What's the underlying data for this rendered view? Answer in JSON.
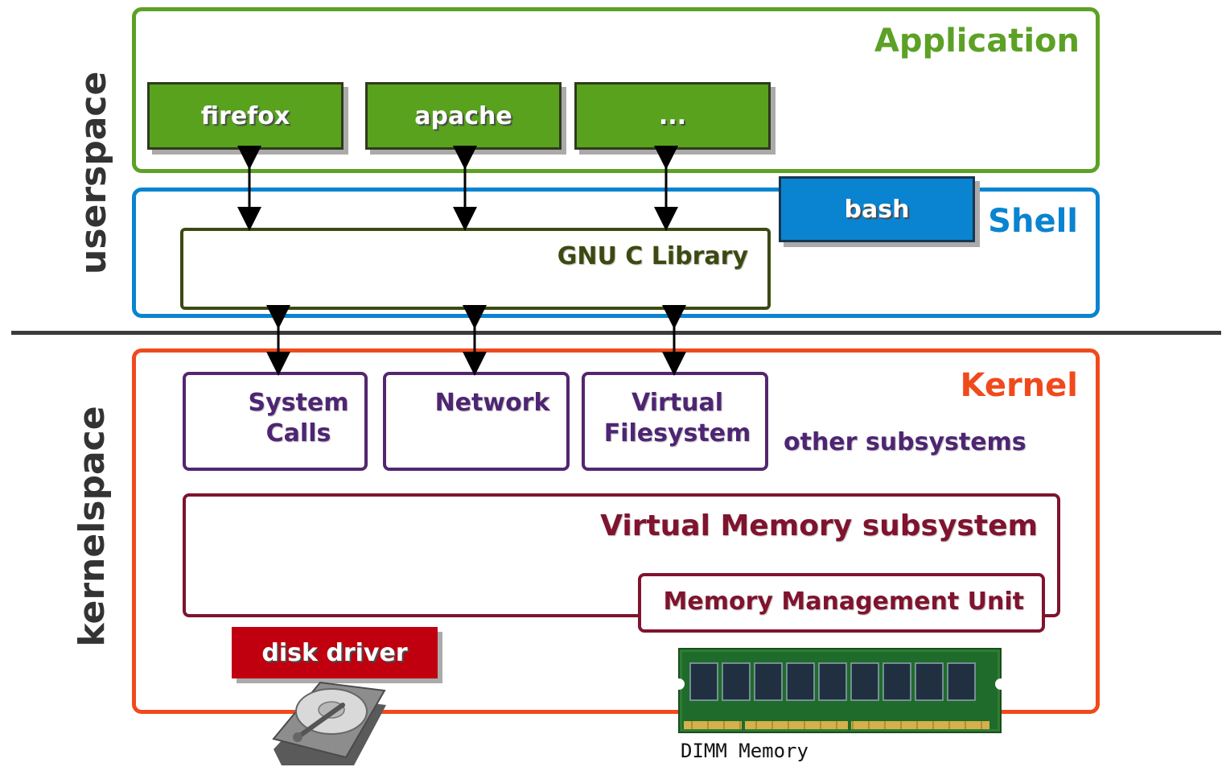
{
  "side_labels": {
    "userspace": "userspace",
    "kernelspace": "kernelspace"
  },
  "application": {
    "title": "Application",
    "apps": [
      "firefox",
      "apache",
      "..."
    ]
  },
  "shell": {
    "title": "Shell",
    "bash": "bash"
  },
  "glibc": {
    "label": "GNU C Library"
  },
  "kernel": {
    "title": "Kernel",
    "system_calls": "System Calls",
    "network": "Network",
    "vfs": "Virtual Filesystem",
    "other": "other subsystems",
    "vm": "Virtual Memory subsystem",
    "mmu": "Memory Management Unit",
    "disk_driver": "disk driver"
  },
  "hardware": {
    "dimm_label": "DIMM Memory"
  },
  "colors": {
    "application": "#5ca125",
    "shell": "#0a84d0",
    "glibc": "#3c4a12",
    "kernel": "#f04a1c",
    "subsystem": "#54266f",
    "vm": "#80132e",
    "disk_driver": "#c1000f"
  }
}
